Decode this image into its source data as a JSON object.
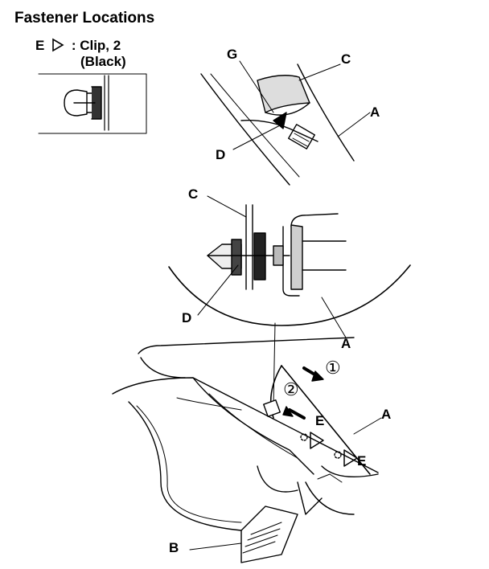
{
  "title": "Fastener Locations",
  "legend": {
    "letter": "E",
    "text": ": Clip, 2",
    "color_note": "(Black)",
    "symbol_icon": "triangle-outline-icon"
  },
  "labels": {
    "G": "G",
    "C_top": "C",
    "A_top": "A",
    "D_top": "D",
    "C_mid": "C",
    "D_mid": "D",
    "A_mid": "A",
    "A_bottom": "A",
    "E_one": "E",
    "E_two": "E",
    "B": "B",
    "step_1": "①",
    "step_2": "②"
  },
  "colors": {
    "line": "#000000",
    "background": "#ffffff"
  }
}
